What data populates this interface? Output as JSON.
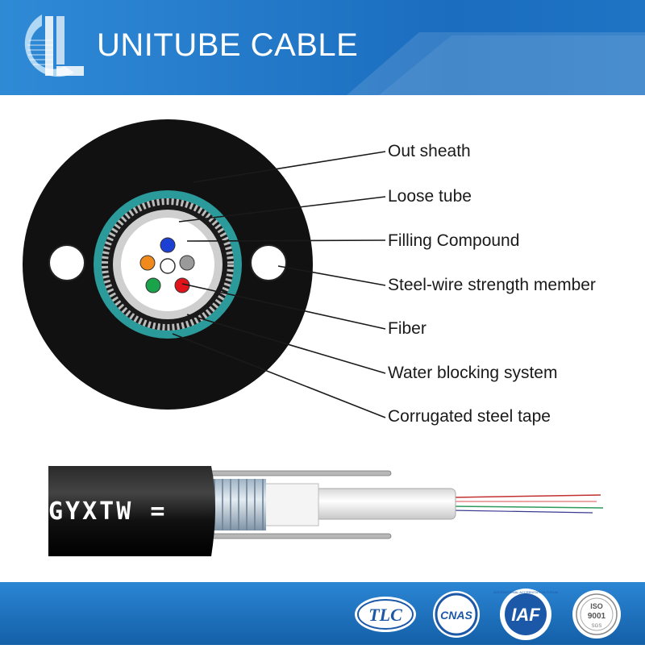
{
  "header": {
    "brand": "UNITUBE CABLE",
    "logo_icon": "unitube-logo-icon",
    "colors": {
      "header_blue": "#1e6fb8",
      "footer_blue": "#1877c9"
    }
  },
  "diagram": {
    "labels": [
      "Out sheath",
      "Loose tube",
      "Filling Compound",
      "Steel-wire strength member",
      "Fiber",
      "Water blocking system",
      "Corrugated steel tape"
    ],
    "fiber_colors": [
      "#1c3fd6",
      "#f08a1c",
      "#9a9a9a",
      "#1aa34a",
      "#e0141a"
    ]
  },
  "cable_photo": {
    "model": "GYXTW ="
  },
  "certifications": {
    "tlc": "TLC",
    "cnas": "CNAS",
    "iaf": "IAF",
    "iaf_sub": "INTERNATIONAL ACCREDITATION FORUM",
    "iso": "ISO",
    "iso_num": "9001",
    "iso_sub": "SGS"
  }
}
